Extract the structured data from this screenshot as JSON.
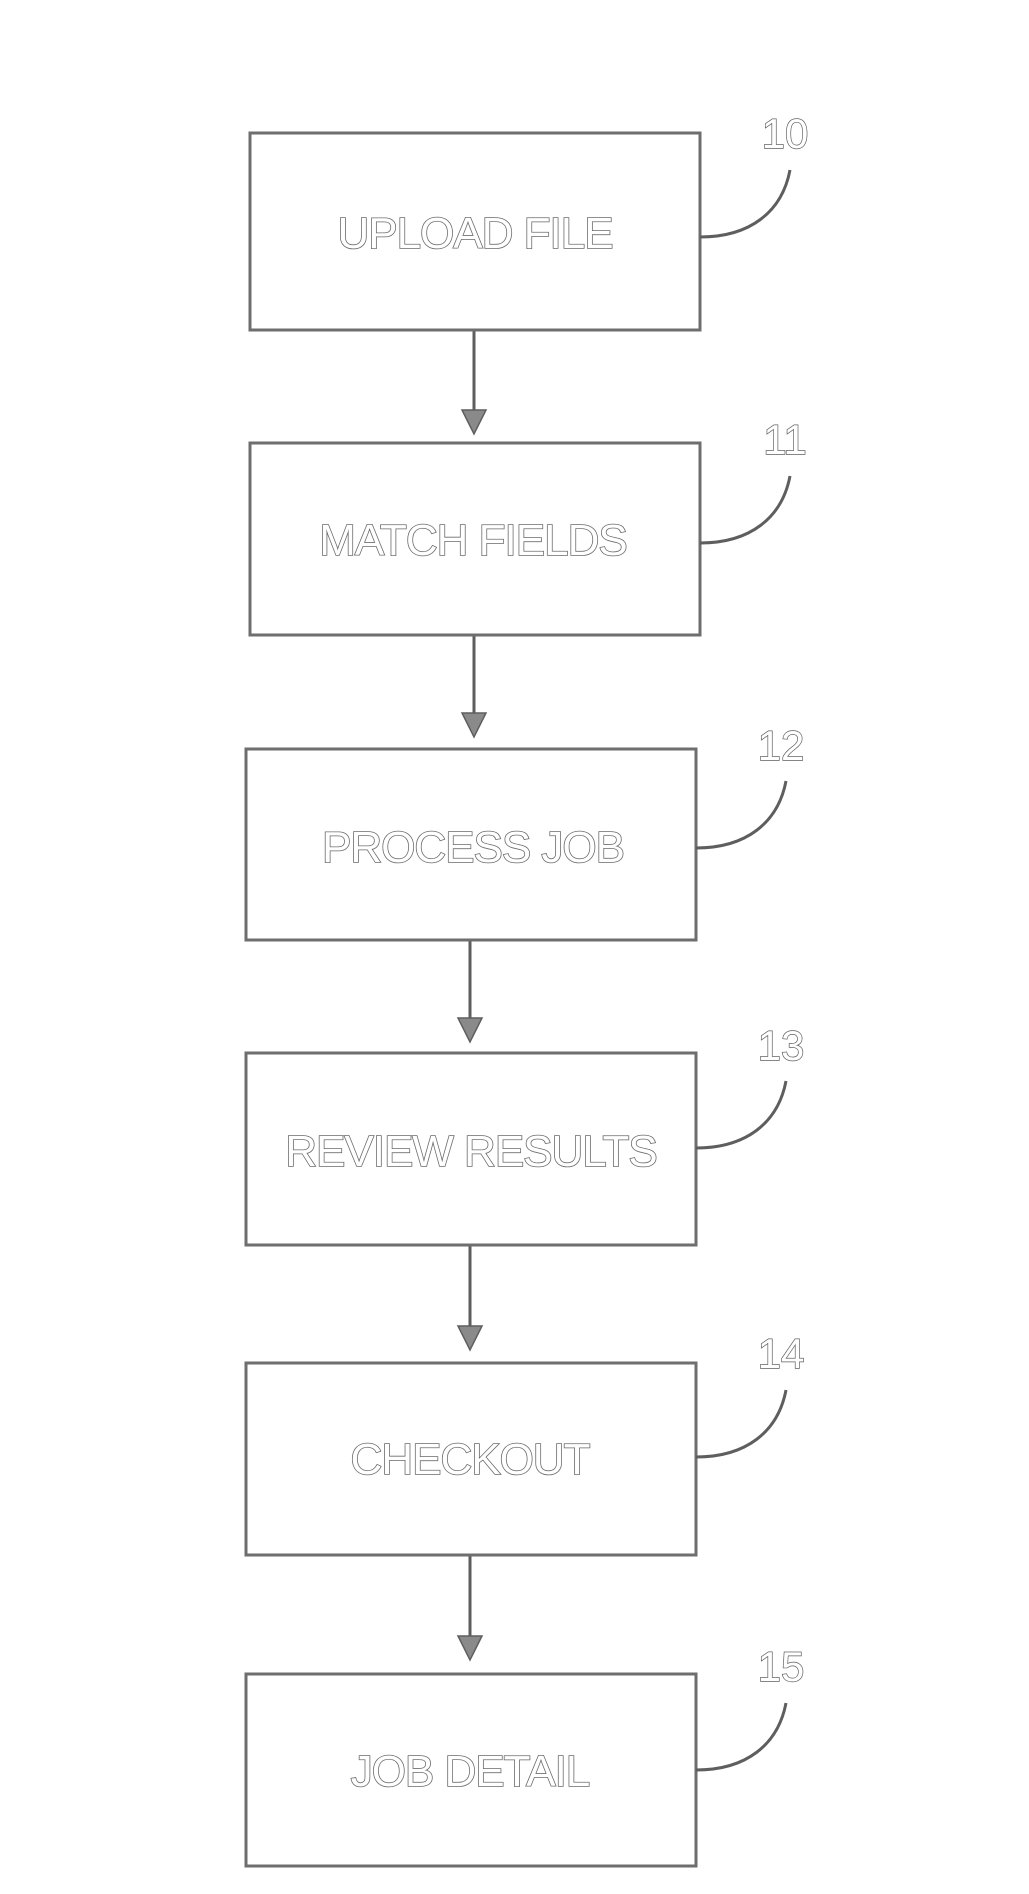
{
  "steps": [
    {
      "id": "upload-file",
      "label": "UPLOAD FILE",
      "ref": "10"
    },
    {
      "id": "match-fields",
      "label": "MATCH FIELDS",
      "ref": "11"
    },
    {
      "id": "process-job",
      "label": "PROCESS JOB",
      "ref": "12"
    },
    {
      "id": "review-results",
      "label": "REVIEW RESULTS",
      "ref": "13"
    },
    {
      "id": "checkout",
      "label": "CHECKOUT",
      "ref": "14"
    },
    {
      "id": "job-detail",
      "label": "JOB DETAIL",
      "ref": "15"
    }
  ],
  "colors": {
    "line": "#5e5e5e",
    "background": "#ffffff"
  }
}
